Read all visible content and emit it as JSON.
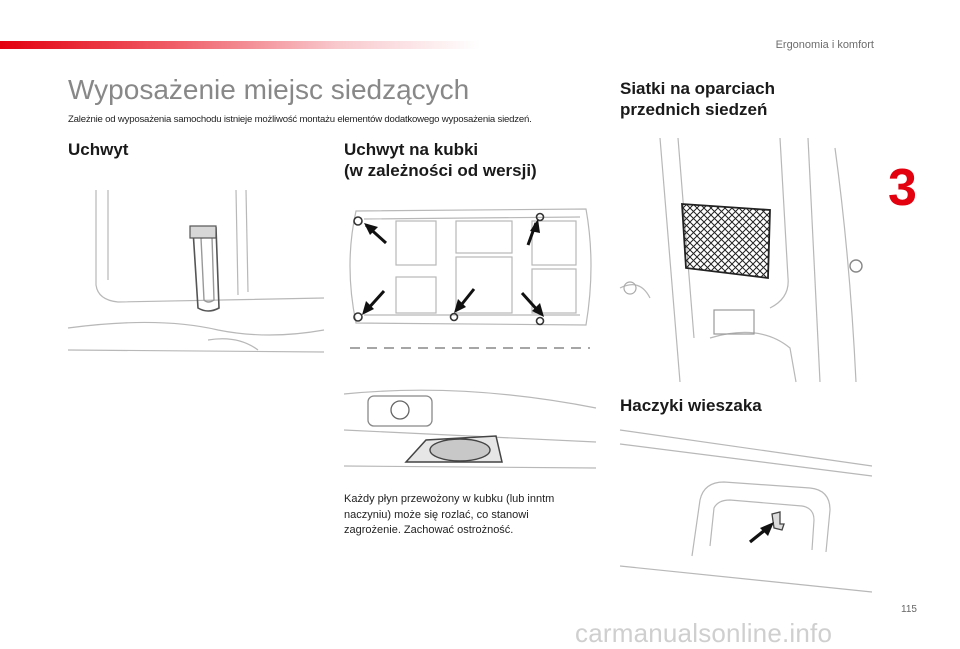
{
  "header": {
    "section_name": "Ergonomia i komfort",
    "chapter_number": "3"
  },
  "page": {
    "title": "Wyposażenie miejsc siedzących",
    "intro": "Zależnie od wyposażenia samochodu istnieje możliwość montażu elementów dodatkowego wyposażenia siedzeń.",
    "page_number": "115",
    "watermark": "carmanualsonline.info"
  },
  "sections": {
    "handle": {
      "title": "Uchwyt"
    },
    "cup_holder": {
      "title_line1": "Uchwyt na kubki",
      "title_line2": "(w zależności od wersji)",
      "warning": "Każdy płyn przewożony w kubku (lub inntm naczyniu) może się rozlać, co stanowi zagrożenie. Zachować ostrożność."
    },
    "nets": {
      "title_line1": "Siatki na oparciach",
      "title_line2": "przednich siedzeń"
    },
    "hooks": {
      "title": "Haczyki wieszaka"
    }
  },
  "colors": {
    "accent": "#e3000f",
    "title_gray": "#888888"
  }
}
